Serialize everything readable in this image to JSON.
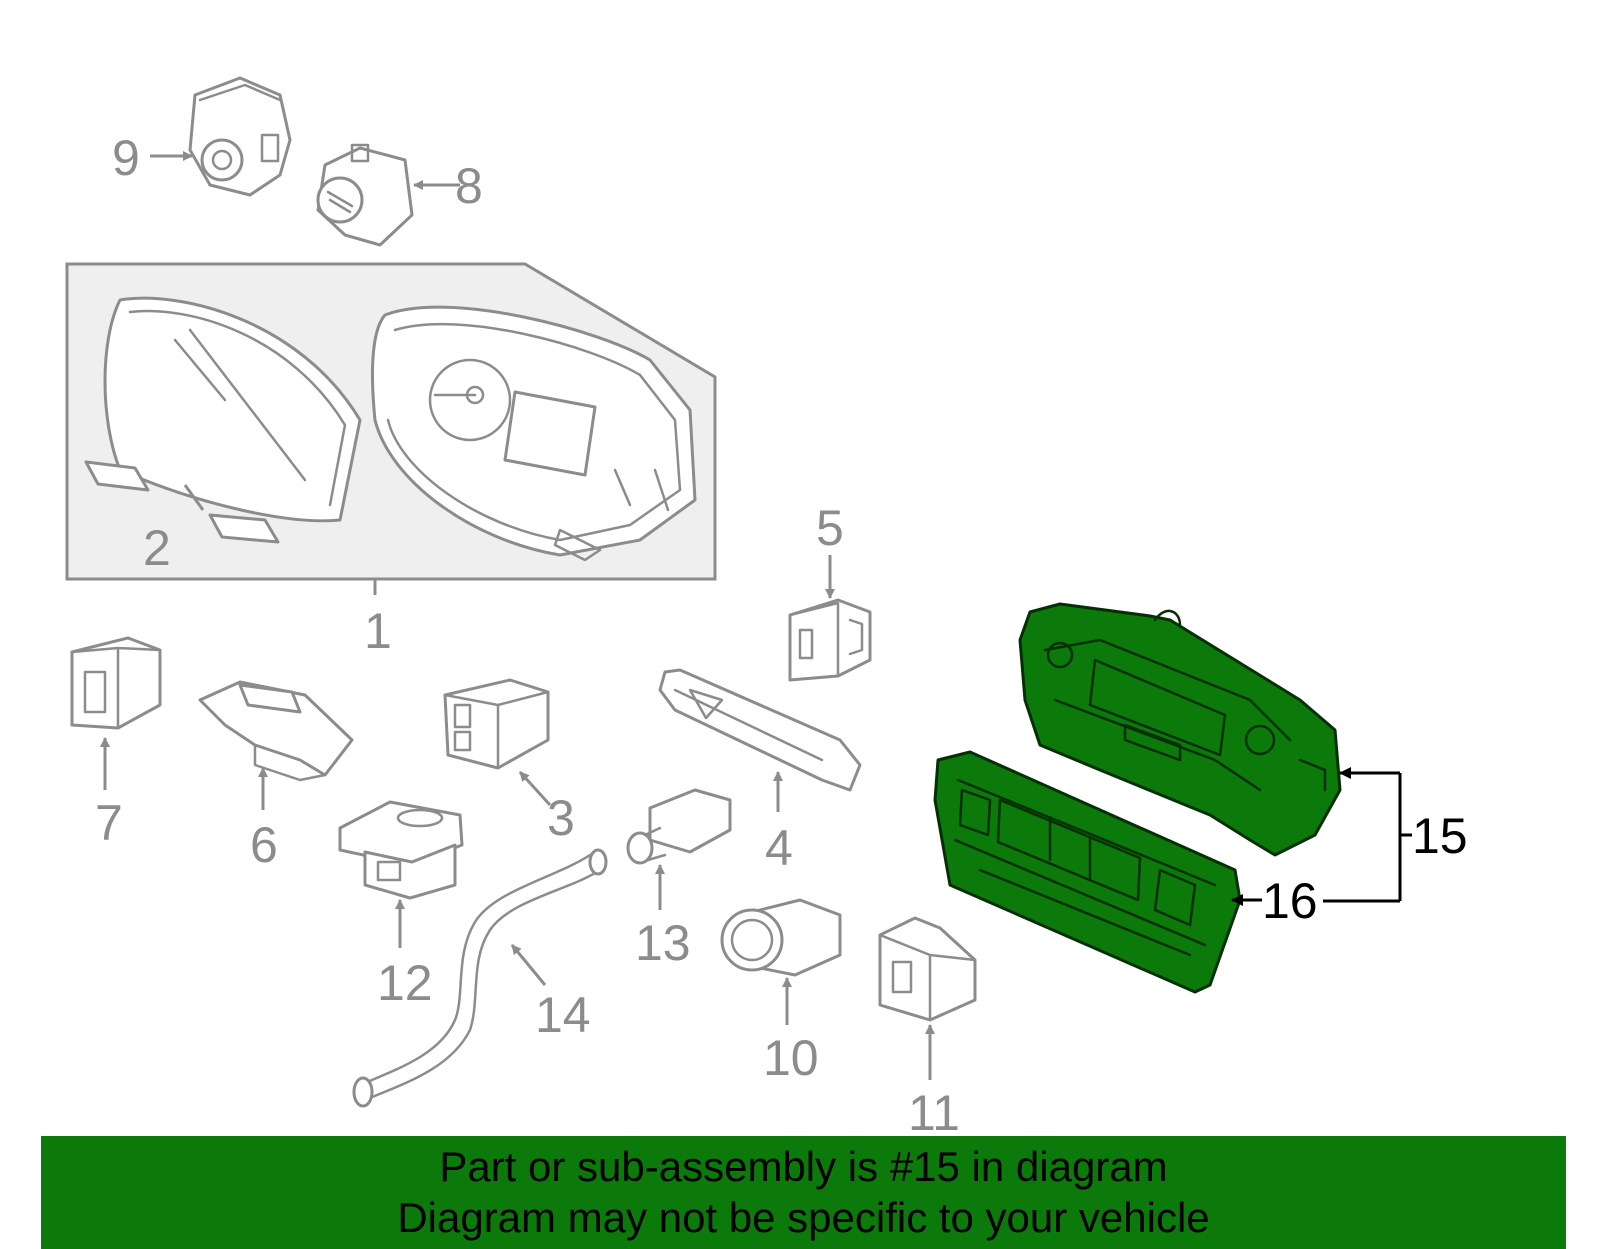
{
  "callouts": {
    "c1": "1",
    "c2": "2",
    "c3": "3",
    "c4": "4",
    "c5": "5",
    "c6": "6",
    "c7": "7",
    "c8": "8",
    "c9": "9",
    "c10": "10",
    "c11": "11",
    "c12": "12",
    "c13": "13",
    "c14": "14",
    "c15": "15",
    "c16": "16"
  },
  "highlighted_parts": [
    "15",
    "16"
  ],
  "colors": {
    "highlight": "#0b7a0b",
    "line": "#8c8c8c",
    "banner": "#0b7a0b"
  },
  "banner": {
    "line1": "Part or sub-assembly is #15 in diagram",
    "line2": "Diagram may not be specific to your vehicle"
  }
}
